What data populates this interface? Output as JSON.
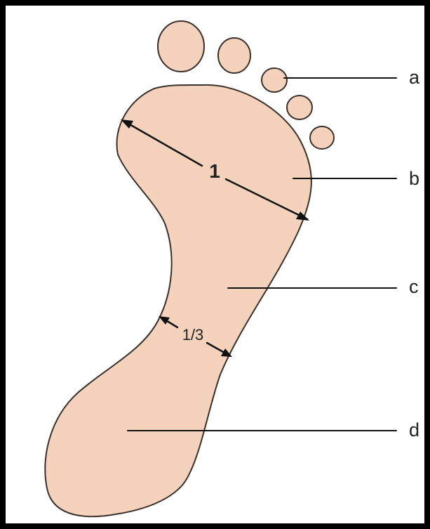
{
  "colors": {
    "skin": "#f4d2bb",
    "outline": "#3a302c",
    "line": "#111111",
    "frame": "#000000"
  },
  "labels": {
    "toes": "a",
    "forefoot": "b",
    "midfoot": "c",
    "heel": "d"
  },
  "measures": {
    "forefoot_width": "1",
    "midfoot_width": "1/3"
  }
}
